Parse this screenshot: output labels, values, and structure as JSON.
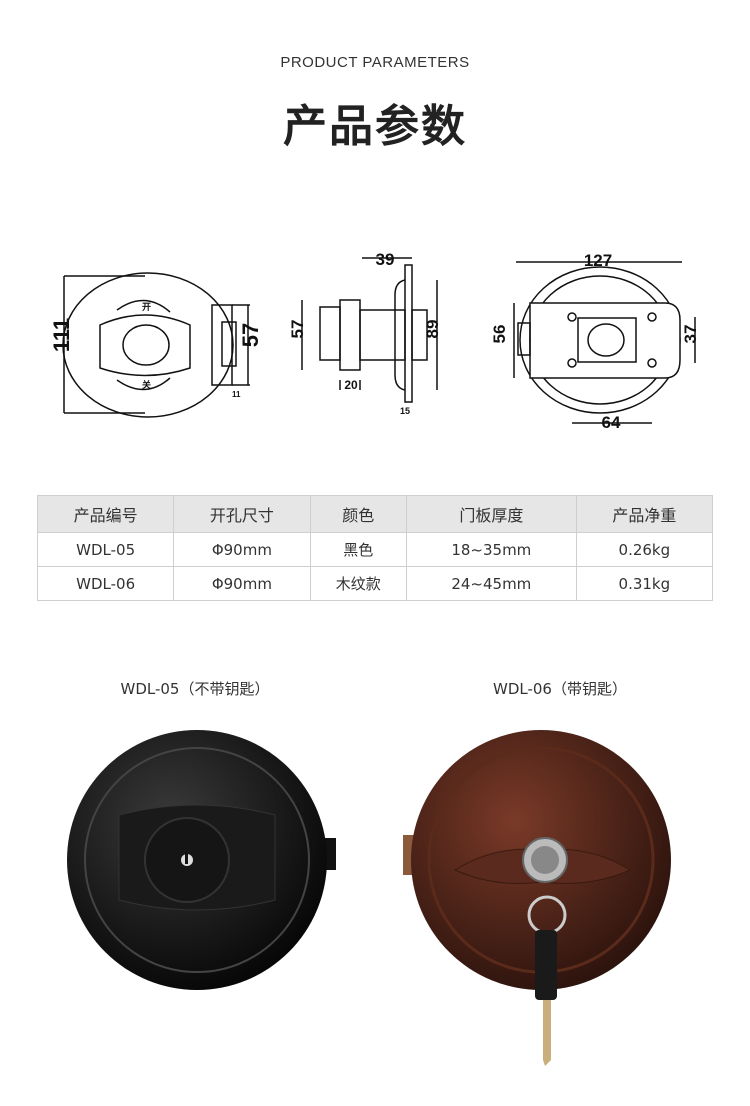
{
  "header": {
    "subtitle": "PRODUCT PARAMETERS",
    "title": "产品参数"
  },
  "diagrams": {
    "front": {
      "height": "111",
      "latch": "57",
      "latch_depth": "11",
      "open_mark": "开",
      "close_mark": "关"
    },
    "side": {
      "depth": "39",
      "body": "57",
      "plate": "89",
      "body_width": "20",
      "plate_width": "15"
    },
    "back": {
      "width": "127",
      "plate_height": "56",
      "hole_v": "37",
      "hole_h": "64"
    }
  },
  "table": {
    "headers": [
      "产品编号",
      "开孔尺寸",
      "颜色",
      "门板厚度",
      "产品净重"
    ],
    "rows": [
      [
        "WDL-05",
        "Φ90mm",
        "黑色",
        "18~35mm",
        "0.26kg"
      ],
      [
        "WDL-06",
        "Φ90mm",
        "木纹款",
        "24~45mm",
        "0.31kg"
      ]
    ]
  },
  "products": [
    {
      "label": "WDL-05（不带钥匙）",
      "color": "#111111"
    },
    {
      "label": "WDL-06（带钥匙）",
      "color": "#4a2418"
    }
  ]
}
